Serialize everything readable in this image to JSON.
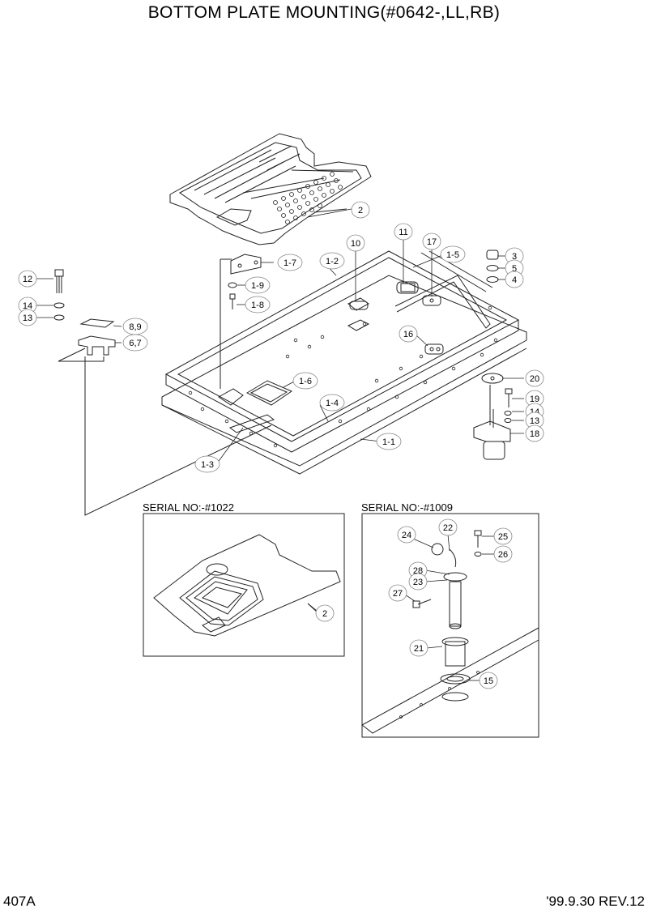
{
  "title": "BOTTOM PLATE MOUNTING(#0642-,LL,RB)",
  "page_number": "407A",
  "revision": "'99.9.30 REV.12",
  "inset_left_label": "SERIAL NO:-#1022",
  "inset_right_label": "SERIAL NO:-#1009",
  "callouts": [
    {
      "id": "c-2-mat",
      "text": "2"
    },
    {
      "id": "c-10",
      "text": "10"
    },
    {
      "id": "c-11",
      "text": "11"
    },
    {
      "id": "c-17",
      "text": "17"
    },
    {
      "id": "c-1-5",
      "text": "1-5"
    },
    {
      "id": "c-3",
      "text": "3"
    },
    {
      "id": "c-5",
      "text": "5"
    },
    {
      "id": "c-4",
      "text": "4"
    },
    {
      "id": "c-1-2",
      "text": "1-2"
    },
    {
      "id": "c-1-7",
      "text": "1-7"
    },
    {
      "id": "c-1-9",
      "text": "1-9"
    },
    {
      "id": "c-1-8",
      "text": "1-8"
    },
    {
      "id": "c-12",
      "text": "12"
    },
    {
      "id": "c-14a",
      "text": "14"
    },
    {
      "id": "c-13a",
      "text": "13"
    },
    {
      "id": "c-8-9",
      "text": "8,9"
    },
    {
      "id": "c-6-7",
      "text": "6,7"
    },
    {
      "id": "c-16",
      "text": "16"
    },
    {
      "id": "c-20",
      "text": "20"
    },
    {
      "id": "c-19",
      "text": "19"
    },
    {
      "id": "c-14b",
      "text": "14"
    },
    {
      "id": "c-13b",
      "text": "13"
    },
    {
      "id": "c-18",
      "text": "18"
    },
    {
      "id": "c-1-6",
      "text": "1-6"
    },
    {
      "id": "c-1-4",
      "text": "1-4"
    },
    {
      "id": "c-1-1",
      "text": "1-1"
    },
    {
      "id": "c-1-3",
      "text": "1-3"
    },
    {
      "id": "c-2-inset",
      "text": "2"
    },
    {
      "id": "c-24",
      "text": "24"
    },
    {
      "id": "c-22",
      "text": "22"
    },
    {
      "id": "c-25",
      "text": "25"
    },
    {
      "id": "c-26",
      "text": "26"
    },
    {
      "id": "c-28",
      "text": "28"
    },
    {
      "id": "c-23",
      "text": "23"
    },
    {
      "id": "c-27",
      "text": "27"
    },
    {
      "id": "c-21",
      "text": "21"
    },
    {
      "id": "c-15",
      "text": "15"
    }
  ]
}
